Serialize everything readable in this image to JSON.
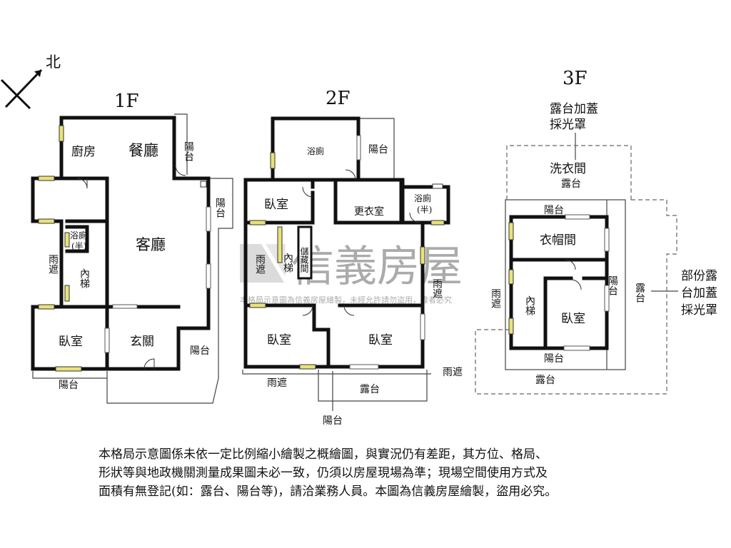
{
  "compass": {
    "label": "北"
  },
  "floors": {
    "f1": {
      "title": "1F",
      "rooms": {
        "kitchen": "廚房",
        "dining": "餐廳",
        "balcony_top": "陽台",
        "balcony_right": "陽台",
        "living": "客廳",
        "bath_half": "浴廁\n(半)",
        "bath_half_a": "浴廁",
        "bath_half_b": "(半)",
        "canopy": "雨遮",
        "stair": "內梯",
        "bedroom": "臥室",
        "foyer": "玄關",
        "balcony_bottom_right": "陽台",
        "balcony_bottom": "陽台"
      }
    },
    "f2": {
      "title": "2F",
      "rooms": {
        "bath": "浴廁",
        "balcony_top": "陽台",
        "bedroom_top": "臥室",
        "closet": "更衣室",
        "bath_half_a": "浴廁",
        "bath_half_b": "(半)",
        "canopy_left": "雨遮",
        "stair": "內梯",
        "storage": "儲藏間",
        "canopy_right": "雨遮",
        "bedroom_left": "臥室",
        "bedroom_right": "臥室",
        "canopy_bottom_left": "雨遮",
        "canopy_bottom_right": "雨遮",
        "terrace": "露台",
        "balcony_bottom": "陽台"
      }
    },
    "f3": {
      "title": "3F",
      "note_top_1": "露台加蓋",
      "note_top_2": "採光罩",
      "note_right_1": "部份露",
      "note_right_2": "台加蓋",
      "note_right_3": "採光罩",
      "rooms": {
        "laundry": "洗衣間",
        "terrace_top": "露台",
        "balcony_top": "陽台",
        "walkin": "衣帽間",
        "canopy": "雨遮",
        "stair": "內梯",
        "balcony_right": "陽台",
        "bedroom": "臥室",
        "terrace_right": "露台",
        "balcony_bottom": "陽台",
        "terrace_bottom": "露台"
      }
    }
  },
  "watermark": {
    "brand": "信義房屋",
    "notice": "本格局示意圖為信義房屋繪製，未經允許請勿盜用，違者必究"
  },
  "disclaimer": {
    "line1": "本格局示意圖係未依一定比例縮小繪製之概繪圖，與實況仍有差距，其方位、格局、",
    "line2": "形狀等與地政機關測量成果圖未必一致，仍須以房屋現場為準；現場空間使用方式及",
    "line3": "面積有無登記(如：露台、陽台等)，請洽業務人員。本圖為信義房屋繪製，盜用必究。"
  }
}
